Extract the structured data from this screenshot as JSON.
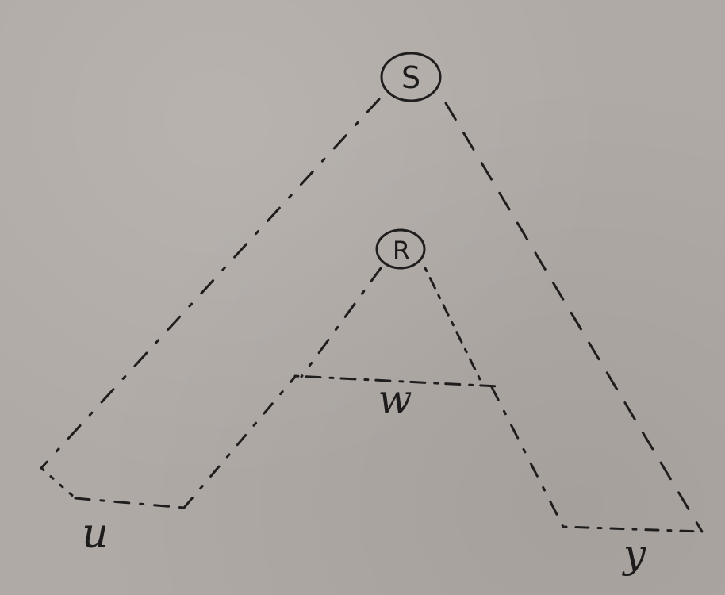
{
  "nodes": {
    "top": {
      "label": "S"
    },
    "inner": {
      "label": "R"
    }
  },
  "labels": {
    "bottom_left": "u",
    "middle": "w",
    "bottom_right": "y"
  }
}
